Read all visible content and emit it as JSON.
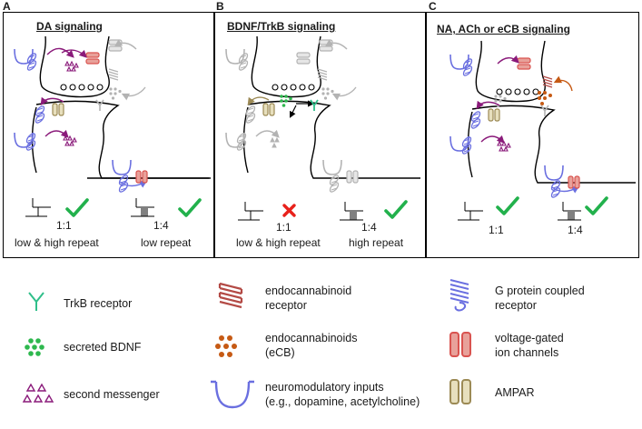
{
  "panels": [
    {
      "letter": "A",
      "title": "DA signaling",
      "ratio_left": "1:1",
      "ratio_right": "1:4",
      "caption_left": "low & high repeat",
      "caption_right": "low repeat",
      "result_left": "check",
      "result_right": "check"
    },
    {
      "letter": "B",
      "title": "BDNF/TrkB signaling",
      "ratio_left": "1:1",
      "ratio_right": "1:4",
      "caption_left": "low & high repeat",
      "caption_right": "high repeat",
      "result_left": "cross",
      "result_right": "check"
    },
    {
      "letter": "C",
      "title": "NA, ACh or eCB signaling",
      "ratio_left": "1:1",
      "ratio_right": "1:4",
      "caption_left": "",
      "caption_right": "",
      "result_left": "check",
      "result_right": "check"
    }
  ],
  "legend": [
    {
      "icon": "trkb-receptor-icon",
      "lines": [
        "TrkB receptor"
      ]
    },
    {
      "icon": "endocannabinoid-receptor-icon",
      "lines": [
        "endocannabinoid",
        "receptor"
      ]
    },
    {
      "icon": "gpcr-icon",
      "lines": [
        "G protein coupled",
        "receptor"
      ]
    },
    {
      "icon": "secreted-bdnf-icon",
      "lines": [
        "secreted BDNF"
      ]
    },
    {
      "icon": "endocannabinoids-icon",
      "lines": [
        "endocannabinoids",
        "(eCB)"
      ]
    },
    {
      "icon": "voltage-gated-channel-icon",
      "lines": [
        "voltage-gated",
        "ion channels"
      ]
    },
    {
      "icon": "second-messenger-icon",
      "lines": [
        "second messenger"
      ]
    },
    {
      "icon": "neuromodulatory-input-icon",
      "lines": [
        "neuromodulatory inputs",
        "(e.g., dopamine, acetylcholine)"
      ]
    },
    {
      "icon": "ampar-icon",
      "lines": [
        "AMPAR"
      ]
    }
  ],
  "colors": {
    "check": "#22b14c",
    "cross": "#e8211b",
    "gpcr": "#6a6fe0",
    "vgcc": "#d9534f",
    "vgcc_fill": "#e8a19a",
    "ampar": "#9c8a55",
    "ampar_fill": "#e7dfbd",
    "trkb": "#2fbf8a",
    "bdnf": "#2eb84e",
    "ecb": "#c65a14",
    "ecb_receptor": "#b34a45",
    "second_messenger": "#8a1a7a",
    "inactive": "#b3b3b3"
  }
}
